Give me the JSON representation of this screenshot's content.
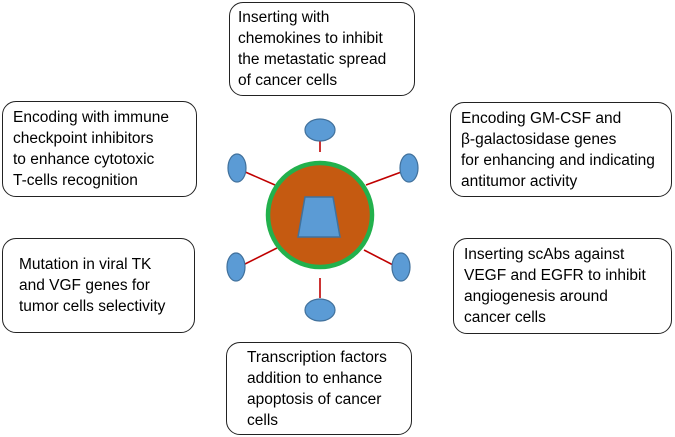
{
  "colors": {
    "capsid_fill": "#c55a11",
    "capsid_ring": "#22b14c",
    "core_fill": "#5b9bd5",
    "core_stroke": "#41719c",
    "spike_line": "#c00000",
    "knob_fill": "#5b9bd5",
    "knob_stroke": "#41719c",
    "box_border": "#222222"
  },
  "center": {
    "icon": "virus-particle-icon"
  },
  "boxes": {
    "top": {
      "lines": [
        "Inserting with",
        "chemokines to inhibit",
        "the metastatic spread",
        "of cancer cells"
      ]
    },
    "upper_left": {
      "lines": [
        "Encoding with immune",
        "checkpoint inhibitors",
        "to enhance cytotoxic",
        "T-cells recognition"
      ]
    },
    "upper_right": {
      "lines": [
        "Encoding GM-CSF and",
        "β-galactosidase genes",
        "for enhancing and indicating",
        "antitumor activity"
      ]
    },
    "lower_left": {
      "lines": [
        "Mutation in viral TK",
        "and VGF genes for",
        "tumor cells selectivity"
      ]
    },
    "lower_right": {
      "lines": [
        "Inserting scAbs against",
        "VEGF and EGFR to inhibit",
        "angiogenesis around",
        "cancer cells"
      ]
    },
    "bottom": {
      "lines": [
        "Transcription factors",
        "addition to enhance",
        "apoptosis of cancer",
        "cells"
      ]
    }
  }
}
